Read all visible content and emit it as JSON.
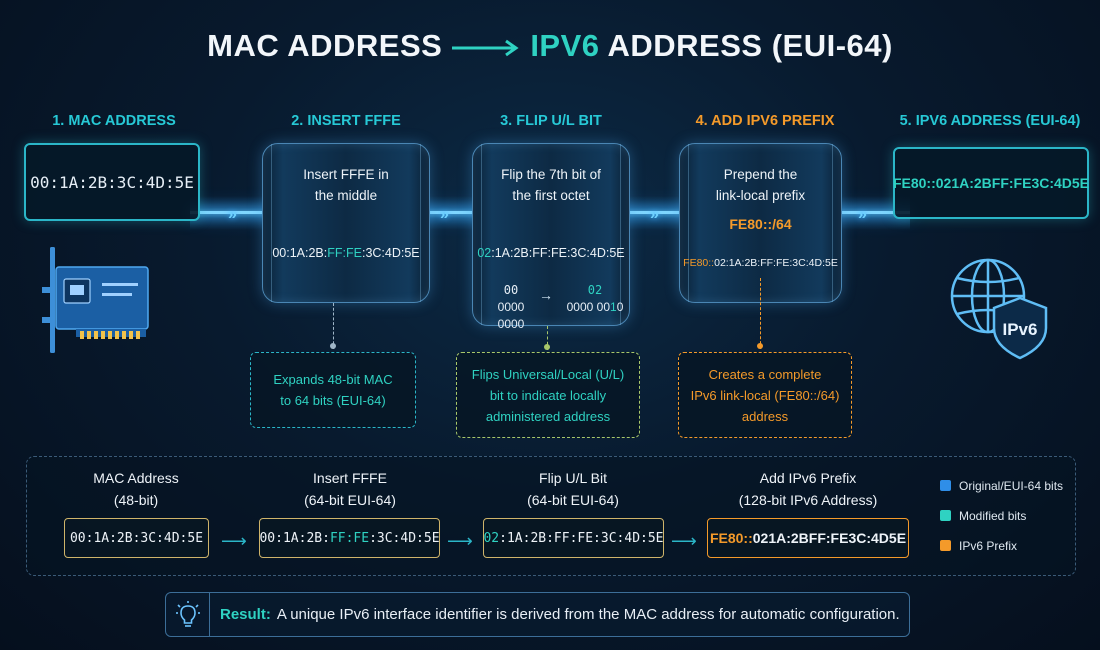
{
  "title": {
    "part1": "MAC ADDRESS",
    "part2": "IPV6",
    "part3": "ADDRESS (EUI-64)"
  },
  "steps": [
    {
      "label": "1. MAC ADDRESS"
    },
    {
      "label": "2. INSERT FFFE"
    },
    {
      "label": "3. FLIP U/L BIT"
    },
    {
      "label": "4. ADD IPV6 PREFIX"
    },
    {
      "label": "5. IPV6 ADDRESS (EUI-64)"
    }
  ],
  "mac_box": "00:1A:2B:3C:4D:5E",
  "ipv6_box": "FE80::021A:2BFF:FE3C:4D5E",
  "step2": {
    "line1": "Insert FFFE in",
    "line2": "the middle",
    "addr_a": "00:1A:2B:",
    "addr_b": "FF:FE",
    "addr_c": ":3C:4D:5E",
    "note1": "Expands 48-bit MAC",
    "note2": "to 64 bits (EUI-64)"
  },
  "step3": {
    "line1": "Flip the 7th bit of",
    "line2": "the first octet",
    "addr_a": "02",
    "addr_b": ":1A:2B:FF:FE:3C:4D:5E",
    "bin_left_hex": "00",
    "bin_left": "0000 0000",
    "bin_right_hex": "02",
    "bin_right_a": "0000 00",
    "bin_right_b": "1",
    "bin_right_c": "0",
    "note1": "Flips Universal/Local (U/L)",
    "note2": "bit to indicate locally",
    "note3": "administered address"
  },
  "step4": {
    "line1": "Prepend the",
    "line2": "link-local prefix",
    "prefix": "FE80::/64",
    "addr_a": "FE80::",
    "addr_b": "02:1A:2B:FF:FE:3C:4D:5E",
    "note1": "Creates a complete",
    "note2": "IPv6 link-local (FE80::/64)",
    "note3": "address"
  },
  "icons": {
    "nic": "network-card-icon",
    "globe": "globe-shield-icon",
    "globe_badge": "IPv6",
    "bulb": "lightbulb-icon"
  },
  "summary": {
    "cols": [
      {
        "line1": "MAC Address",
        "line2": "(48-bit)",
        "value": "00:1A:2B:3C:4D:5E"
      },
      {
        "line1": "Insert FFFE",
        "line2": "(64-bit EUI-64)",
        "value_a": "00:1A:2B:",
        "value_b": "FF:FE",
        "value_c": ":3C:4D:5E"
      },
      {
        "line1": "Flip U/L Bit",
        "line2": "(64-bit EUI-64)",
        "value_a": "02",
        "value_b": ":1A:2B:FF:FE:3C:4D:5E"
      },
      {
        "line1": "Add IPv6 Prefix",
        "line2": "(128-bit IPv6 Address)",
        "value_a": "FE80::",
        "value_b": "021A:2BFF:FE3C:4D5E"
      }
    ],
    "legend": [
      {
        "label": "Original/EUI-64 bits",
        "color": "#2f8ee8"
      },
      {
        "label": "Modified bits",
        "color": "#2fd2c2"
      },
      {
        "label": "IPv6 Prefix",
        "color": "#f49a2a"
      }
    ]
  },
  "result": {
    "label": "Result:",
    "text": "A unique IPv6 interface identifier is derived from the MAC address for automatic configuration."
  },
  "colors": {
    "teal": "#2fd2c2",
    "orange": "#f49a2a",
    "blue": "#2f8ee8",
    "border": "#2bb6c8"
  }
}
